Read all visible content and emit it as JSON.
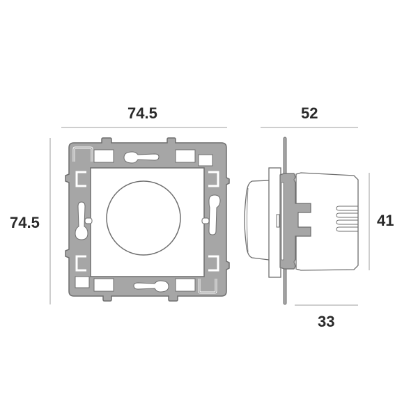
{
  "diagram": {
    "subject": "wall dimmer / rotary switch module technical drawing",
    "units": "mm",
    "front_view": {
      "width_label": "74.5",
      "height_label": "74.5"
    },
    "side_view": {
      "depth_total_label": "52",
      "height_label": "41",
      "depth_behind_plate_label": "33"
    },
    "colors": {
      "frame_fill": "#a6a6a6",
      "outline": "#6e6e6e",
      "dimension_line": "#bdbdbd",
      "label_text": "#2a2a2a",
      "background": "#ffffff"
    }
  }
}
